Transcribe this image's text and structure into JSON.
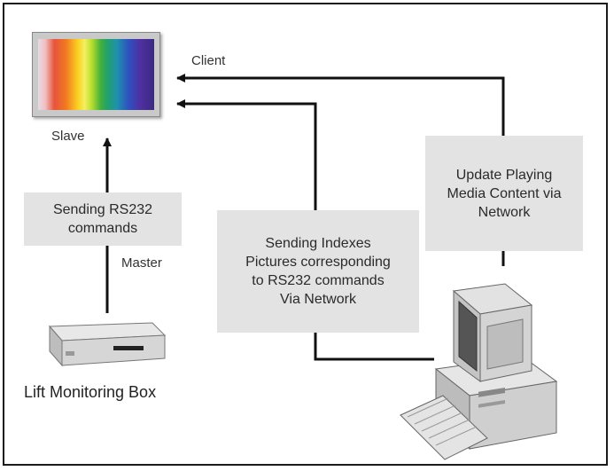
{
  "labels": {
    "client": "Client",
    "slave": "Slave",
    "master": "Master",
    "lift_box": "Lift Monitoring Box"
  },
  "boxes": {
    "rs232": "Sending RS232\ncommands",
    "indexes": "Sending Indexes\nPictures corresponding\nto RS232 commands\nVia Network",
    "update": "Update Playing\nMedia Content via\nNetwork"
  },
  "icons": {
    "display": "color-spectrum-display-icon",
    "lift_box": "lift-monitoring-box-icon",
    "computer": "desktop-computer-icon"
  }
}
